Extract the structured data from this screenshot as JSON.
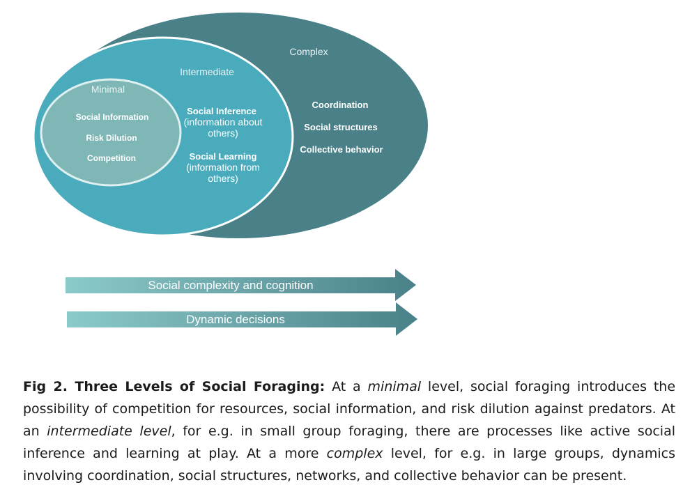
{
  "diagram": {
    "complex": {
      "label": "Complex",
      "items": [
        "Coordination",
        "Social structures",
        "Collective behavior"
      ]
    },
    "intermediate": {
      "label": "Intermediate",
      "inference": {
        "title": "Social Inference",
        "detail1": "(information about",
        "detail2": "others)"
      },
      "learning": {
        "title": "Social Learning",
        "detail1": "(information from",
        "detail2": "others)"
      }
    },
    "minimal": {
      "label": "Minimal",
      "items": [
        "Social Information",
        "Risk Dilution",
        "Competition"
      ]
    },
    "arrows": [
      "Social complexity and cognition",
      "Dynamic decisions"
    ]
  },
  "caption": {
    "fig_label": "Fig 2. Three Levels of Social Foraging:",
    "t1": " At a ",
    "e1": "minimal",
    "t2": " level, social foraging introduces the possibility of competition for resources, social information, and risk dilution against predators. At an ",
    "e2": "intermediate level",
    "t3": ", for e.g. in small group foraging, there are processes like active social inference and learning at play. At a more ",
    "e3": "complex",
    "t4": " level, for e.g. in large groups, dynamics involving coordination, social structures, networks, and collective behavior can be present."
  },
  "colors": {
    "complex": "#4a8088",
    "intermediate": "#4aabbd",
    "minimal": "#7fb7b6",
    "arrow_start": "#8ccaca",
    "arrow_end": "#4a8189"
  }
}
